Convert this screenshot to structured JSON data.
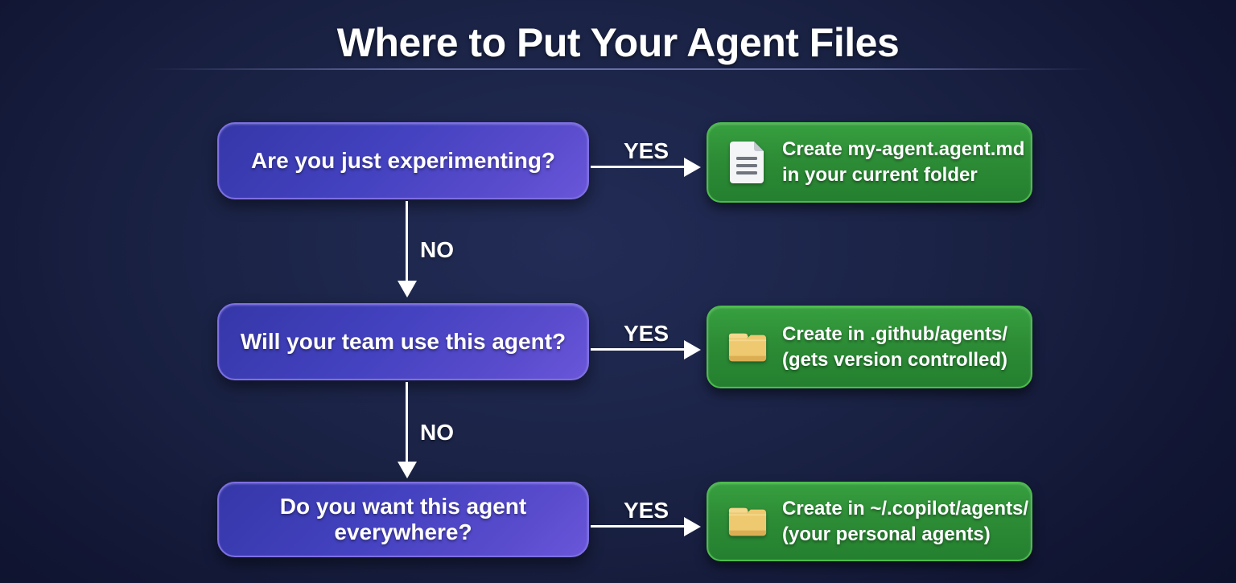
{
  "title": "Where to Put Your Agent Files",
  "flow": {
    "rows": [
      {
        "question": "Are you just experimenting?",
        "yes_label": "YES",
        "no_label": "NO",
        "result_line1": "Create my-agent.agent.md",
        "result_line2": "in your current folder",
        "icon": "document-icon"
      },
      {
        "question": "Will your team use this agent?",
        "yes_label": "YES",
        "no_label": "NO",
        "result_line1": "Create in .github/agents/",
        "result_line2": "(gets version controlled)",
        "icon": "folder-icon"
      },
      {
        "question": "Do you want this agent everywhere?",
        "yes_label": "YES",
        "result_line1": "Create in ~/.copilot/agents/",
        "result_line2": "(your personal agents)",
        "icon": "folder-icon"
      }
    ]
  },
  "colors": {
    "background_center": "#222c56",
    "background_edge": "#0c102a",
    "question_node_top": "#3537a8",
    "question_node_bottom": "#6a56da",
    "question_node_border": "#7e6fe2",
    "result_node_top": "#37a03f",
    "result_node_bottom": "#24802f",
    "result_node_border": "#4cbd4c",
    "arrow": "#ffffff",
    "text": "#ffffff",
    "folder_icon": "#eec96f",
    "document_icon": "#f4f5f7"
  }
}
